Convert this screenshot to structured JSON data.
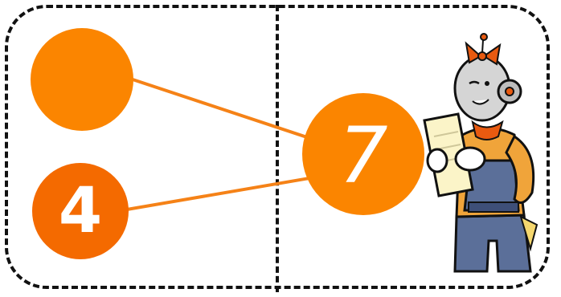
{
  "puzzle": {
    "top_left_value": "",
    "bottom_left_value": "4",
    "total_value": "7"
  },
  "colors": {
    "top_circle": "#fb8500",
    "bottom_circle": "#f46a00",
    "total_circle": "#fb8500",
    "connector": "#f58217",
    "border": "#111111"
  },
  "icons": {
    "mascot": "robot-girl-reading-paper"
  }
}
